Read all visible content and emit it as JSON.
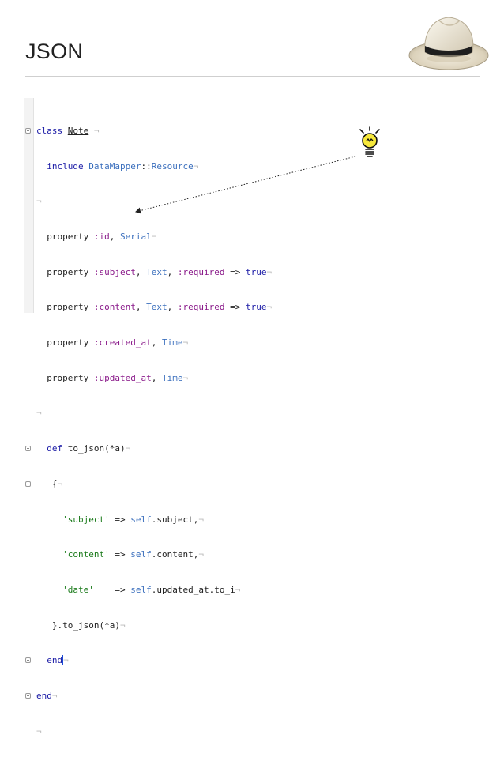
{
  "slide": {
    "title": "JSON"
  },
  "icons": {
    "hat": "fedora-hat-icon",
    "bulb": "lightbulb-icon",
    "fold": "code-fold-marker-icon"
  },
  "colors": {
    "keyword": "#1a1aa6",
    "constant": "#3b6fbd",
    "symbol": "#8a1a8a",
    "string": "#1a7a1a",
    "eol_marker": "#b9b9b9"
  },
  "editor": {
    "eol_marker": "¬",
    "code": {
      "l1": {
        "kw": "class",
        "name": "Note"
      },
      "l2": {
        "kw": "include",
        "mod": "DataMapper",
        "sep": "::",
        "res": "Resource"
      },
      "l4": {
        "prop": "property",
        "sym": ":id",
        "comma": ",",
        "type": "Serial"
      },
      "l5": {
        "prop": "property",
        "sym": ":subject",
        "comma": ",",
        "type": "Text",
        "comma2": ",",
        "req": ":required",
        "arrow": "=>",
        "val": "true"
      },
      "l6": {
        "prop": "property",
        "sym": ":content",
        "comma": ",",
        "type": "Text",
        "comma2": ",",
        "req": ":required",
        "arrow": "=>",
        "val": "true"
      },
      "l7": {
        "prop": "property",
        "sym": ":created_at",
        "comma": ",",
        "type": "Time"
      },
      "l8": {
        "prop": "property",
        "sym": ":updated_at",
        "comma": ",",
        "type": "Time"
      },
      "l10": {
        "kw": "def",
        "name": "to_json",
        "args": "(*a)"
      },
      "l11": {
        "text": "{"
      },
      "l12": {
        "key": "'subject'",
        "arrow": "=>",
        "self": "self",
        "rest": ".subject,"
      },
      "l13": {
        "key": "'content'",
        "arrow": "=>",
        "self": "self",
        "rest": ".content,"
      },
      "l14": {
        "key": "'date'",
        "arrow": "=>",
        "self": "self",
        "rest": ".updated_at.to_i"
      },
      "l15": {
        "text": "}.to_json(*a)"
      },
      "l16": {
        "kw": "end"
      },
      "l17": {
        "kw": "end"
      }
    }
  }
}
